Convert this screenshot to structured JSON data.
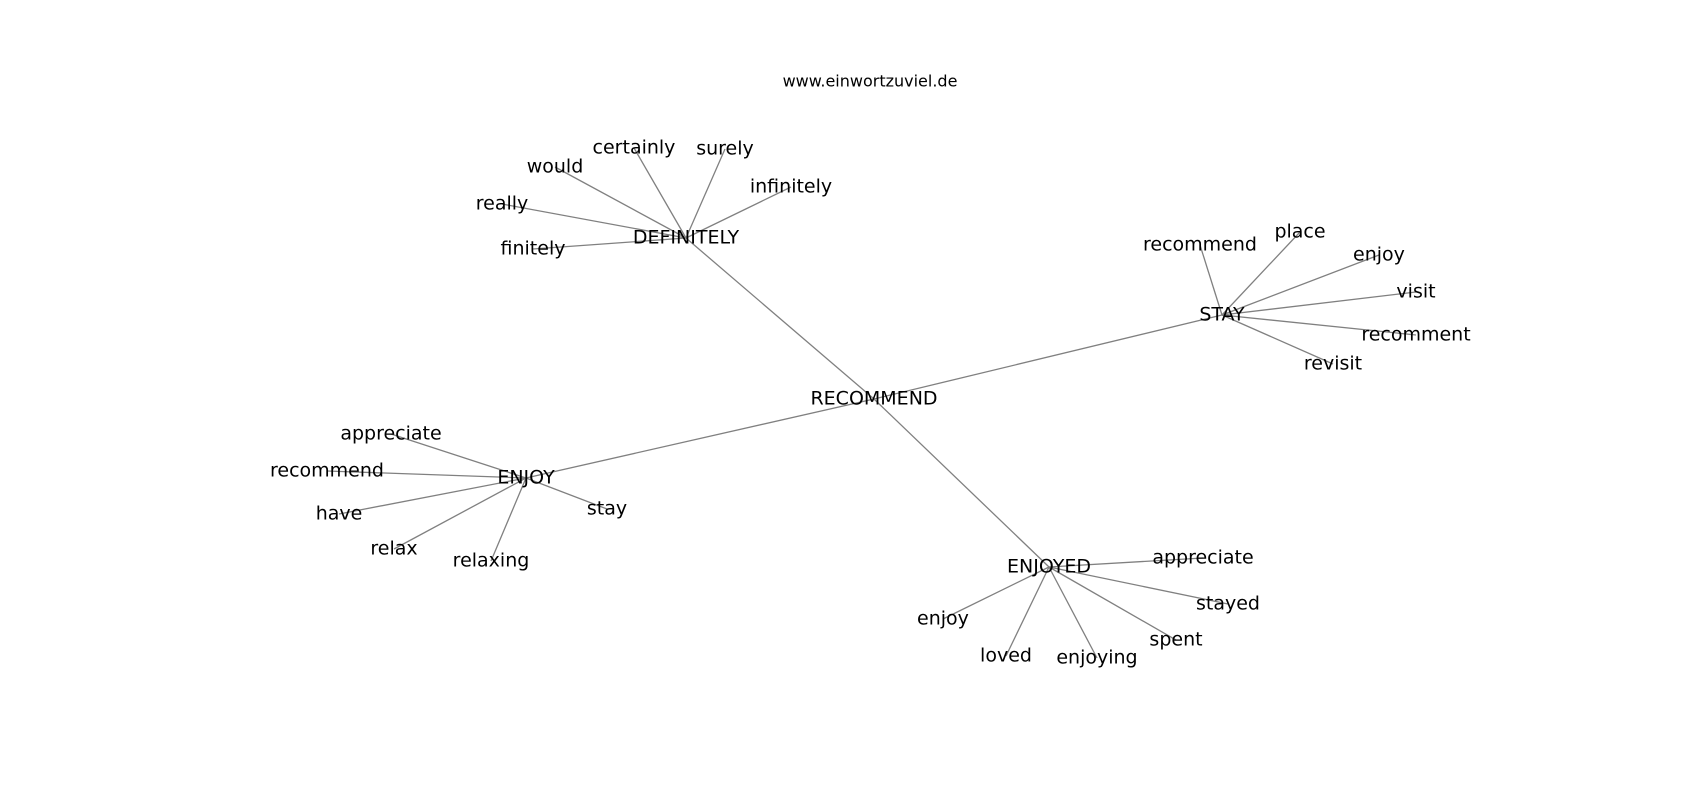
{
  "header": {
    "website": "www.einwortzuviel.de"
  },
  "graph": {
    "root": "RECOMMEND",
    "clusters": [
      {
        "id": "definitely",
        "label": "DEFINITELY",
        "leaves": [
          "certainly",
          "surely",
          "would",
          "infinitely",
          "really",
          "finitely"
        ]
      },
      {
        "id": "stay",
        "label": "STAY",
        "leaves": [
          "recommend",
          "place",
          "enjoy",
          "visit",
          "recomment",
          "revisit"
        ]
      },
      {
        "id": "enjoy",
        "label": "ENJOY",
        "leaves": [
          "appreciate",
          "recommend",
          "have",
          "relax",
          "relaxing",
          "stay"
        ]
      },
      {
        "id": "enjoyed",
        "label": "ENJOYED",
        "leaves": [
          "appreciate",
          "stayed",
          "spent",
          "enjoying",
          "loved",
          "enjoy"
        ]
      }
    ],
    "edge_color": "#808080",
    "text_color": "#000000"
  }
}
